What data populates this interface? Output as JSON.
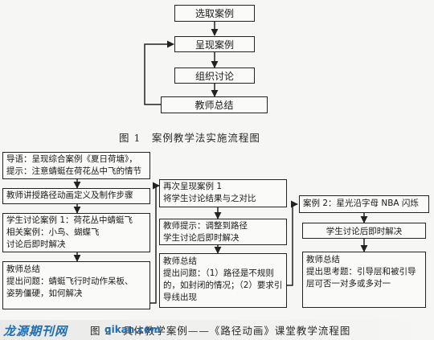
{
  "figure1": {
    "boxes": {
      "select": "选取案例",
      "present": "呈现案例",
      "discuss": "组织讨论",
      "summary": "教师总结"
    },
    "caption": "图 1　案例教学法实施流程图"
  },
  "figure2": {
    "col1": {
      "intro": [
        "导语：呈现综合案例《夏日荷塘》，",
        "提示：注意蜻蜓在荷花丛中飞的情节"
      ],
      "teach": [
        "教师讲授路径动画定义及制作步骤"
      ],
      "case1": [
        "学生讨论案例 1：荷花丛中蜻蜓飞",
        "相关案例：小鸟、蝴蝶飞",
        "讨论后即时解决"
      ],
      "summary": [
        "教师总结",
        "提出问题：蜻蜓飞行时动作呆板、",
        "姿势僵硬，如何解决"
      ]
    },
    "col2": {
      "represent": [
        "再次呈现案例 1",
        "将学生讨论结果与之对比"
      ],
      "hint": [
        "教师提示：调整到路径",
        "学生讨论后即时解决"
      ],
      "summary": [
        "教师总结",
        "提出问题：（1）路径是不规则",
        "的，如封闭的情况；（2）要求引",
        "导线出现"
      ]
    },
    "col3": {
      "case2": [
        "案例 2：星光沿字母 NBA 闪烁"
      ],
      "discuss": [
        "学生讨论后即时解决"
      ],
      "summary": [
        "教师总结",
        "提出思考题：引导层和被引导",
        "层可否一对多或多对一"
      ]
    },
    "caption": "图 2　具体教学案例——《路径动画》课堂教学流程图"
  },
  "watermark": {
    "logo": "龙源期刊网",
    "url": "qikan.com"
  }
}
